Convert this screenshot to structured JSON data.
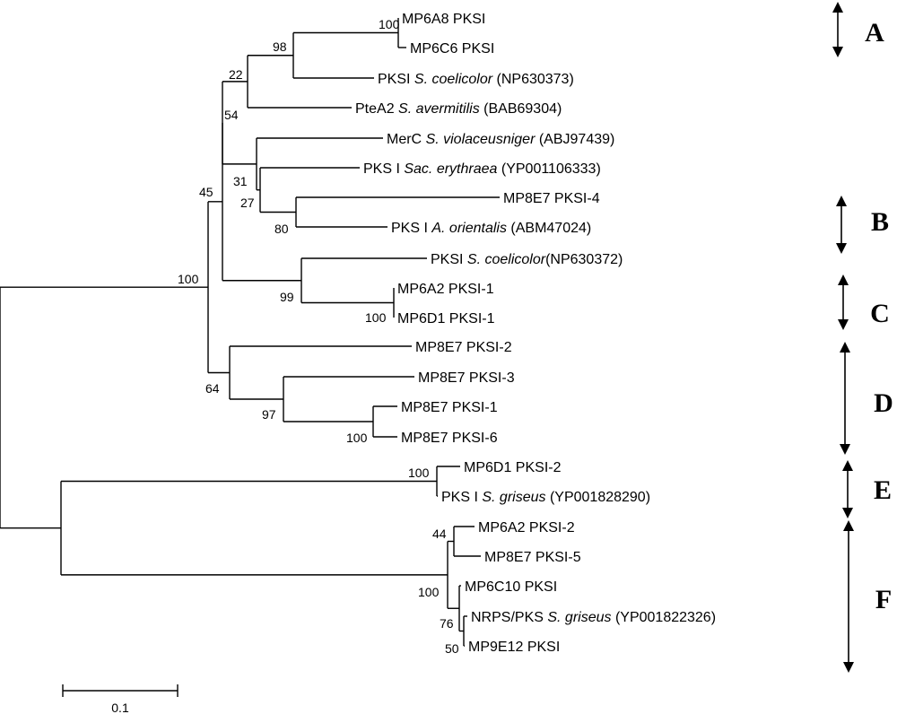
{
  "leaves": [
    {
      "id": "a8",
      "parts": [
        {
          "t": "MP6A8 PKSI"
        }
      ]
    },
    {
      "id": "c6",
      "parts": [
        {
          "t": "MP6C6 PKSI"
        }
      ]
    },
    {
      "id": "sc373",
      "parts": [
        {
          "t": "PKSI "
        },
        {
          "t": "S. coelicolor",
          "i": true
        },
        {
          "t": " (NP630373)"
        }
      ]
    },
    {
      "id": "ptea2",
      "parts": [
        {
          "t": "PteA2 "
        },
        {
          "t": "S. avermitilis",
          "i": true
        },
        {
          "t": " (BAB69304)"
        }
      ]
    },
    {
      "id": "merc",
      "parts": [
        {
          "t": "MerC "
        },
        {
          "t": "S. violaceusniger",
          "i": true
        },
        {
          "t": " (ABJ97439)"
        }
      ]
    },
    {
      "id": "sac",
      "parts": [
        {
          "t": "PKS I "
        },
        {
          "t": "Sac. erythraea",
          "i": true
        },
        {
          "t": " (YP001106333)"
        }
      ]
    },
    {
      "id": "e7p4",
      "parts": [
        {
          "t": "MP8E7 PKSI-4"
        }
      ]
    },
    {
      "id": "aori",
      "parts": [
        {
          "t": "PKS I "
        },
        {
          "t": "A. orientalis",
          "i": true
        },
        {
          "t": " (ABM47024)"
        }
      ]
    },
    {
      "id": "sc372",
      "parts": [
        {
          "t": "PKSI "
        },
        {
          "t": "S. coelicolor",
          "i": true
        },
        {
          "t": "(NP630372)"
        }
      ]
    },
    {
      "id": "a2p1",
      "parts": [
        {
          "t": "MP6A2 PKSI-1"
        }
      ]
    },
    {
      "id": "d1p1",
      "parts": [
        {
          "t": "MP6D1 PKSI-1"
        }
      ]
    },
    {
      "id": "e7p2",
      "parts": [
        {
          "t": "MP8E7 PKSI-2"
        }
      ]
    },
    {
      "id": "e7p3",
      "parts": [
        {
          "t": "MP8E7 PKSI-3"
        }
      ]
    },
    {
      "id": "e7p1",
      "parts": [
        {
          "t": "MP8E7 PKSI-1"
        }
      ]
    },
    {
      "id": "e7p6",
      "parts": [
        {
          "t": "MP8E7 PKSI-6"
        }
      ]
    },
    {
      "id": "d1p2",
      "parts": [
        {
          "t": "MP6D1 PKSI-2"
        }
      ]
    },
    {
      "id": "sgri290",
      "parts": [
        {
          "t": "PKS I "
        },
        {
          "t": "S. griseus",
          "i": true
        },
        {
          "t": " (YP001828290)"
        }
      ]
    },
    {
      "id": "a2p2",
      "parts": [
        {
          "t": "MP6A2 PKSI-2"
        }
      ]
    },
    {
      "id": "e7p5",
      "parts": [
        {
          "t": "MP8E7 PKSI-5"
        }
      ]
    },
    {
      "id": "c10",
      "parts": [
        {
          "t": "MP6C10 PKSI"
        }
      ]
    },
    {
      "id": "nrps",
      "parts": [
        {
          "t": "NRPS/PKS "
        },
        {
          "t": "S. griseus",
          "i": true
        },
        {
          "t": " (YP001822326)"
        }
      ]
    },
    {
      "id": "e12",
      "parts": [
        {
          "t": "MP9E12 PKSI"
        }
      ]
    }
  ],
  "bootstrap": {
    "n_a8c6": "100",
    "n_98": "98",
    "n_22": "22",
    "n_54": "54",
    "n_31": "31",
    "n_27": "27",
    "n_80": "80",
    "n_45": "45",
    "n_99": "99",
    "n_a2d1": "100",
    "n_root100": "100",
    "n_64": "64",
    "n_97": "97",
    "n_e1e6": "100",
    "n_E": "100",
    "n_44": "44",
    "n_F100": "100",
    "n_76": "76",
    "n_50": "50"
  },
  "groups": [
    {
      "label": "A"
    },
    {
      "label": "B"
    },
    {
      "label": "C"
    },
    {
      "label": "D"
    },
    {
      "label": "E"
    },
    {
      "label": "F"
    }
  ],
  "scale_bar": {
    "label": "0.1"
  }
}
